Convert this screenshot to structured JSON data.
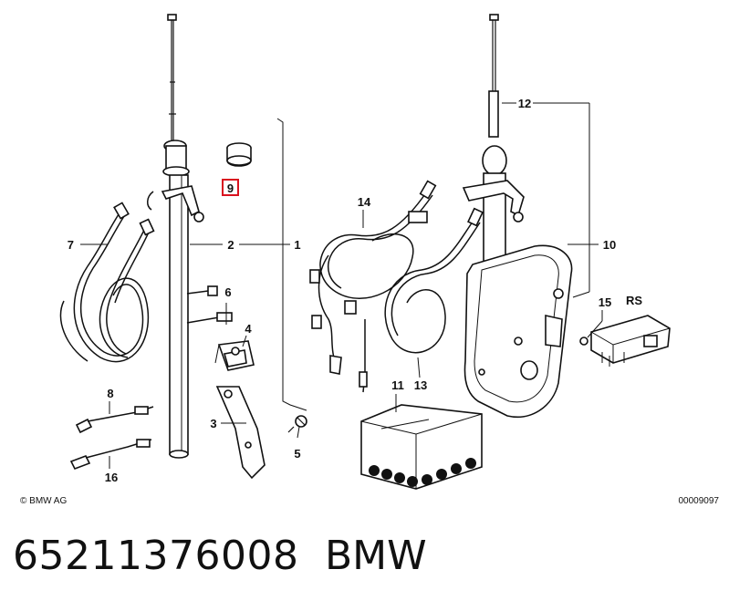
{
  "diagram": {
    "copyright": "© BMW AG",
    "drawing_number": "00009097",
    "labels": {
      "p1": "1",
      "p2": "2",
      "p3": "3",
      "p4": "4",
      "p5": "5",
      "p6": "6",
      "p7": "7",
      "p8": "8",
      "p9": "9",
      "p10": "10",
      "p11": "11",
      "p12": "12",
      "p13": "13",
      "p14": "14",
      "p15": "15",
      "p16": "16",
      "rs": "RS"
    },
    "highlight_color": "#d9121f"
  },
  "footer": {
    "part_number": "65211376008",
    "brand": "BMW"
  }
}
